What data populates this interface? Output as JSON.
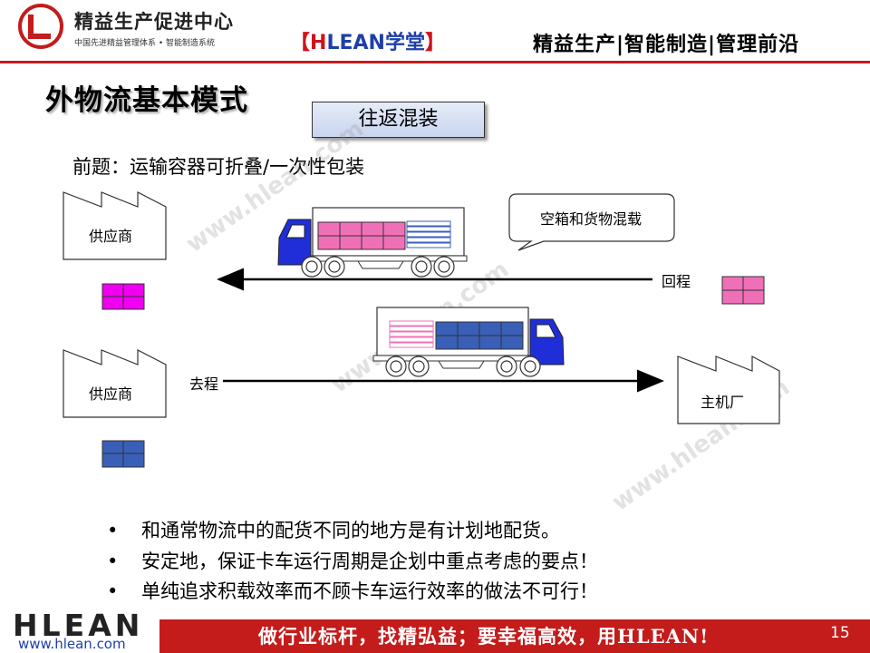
{
  "header": {
    "brand_title": "精益生产促进中心",
    "brand_subtitle": "中国先进精益管理体系 • 智能制造系统",
    "tag_open": "【",
    "tag_h": "H",
    "tag_lean": "LEAN",
    "tag_school": "学堂",
    "tag_close": "】",
    "tagline": "精益生产|智能制造|管理前沿"
  },
  "title": "外物流基本模式",
  "mode_label": "往返混装",
  "premise": "前题：运输容器可折叠/一次性包装",
  "diagram": {
    "supplier_top": "供应商",
    "supplier_bottom": "供应商",
    "main_plant": "主机厂",
    "callout": "空箱和货物混载",
    "return_trip": "回程",
    "outbound_trip": "去程",
    "colors": {
      "truck_blue": "#1f2ed6",
      "magenta_box": "#f000f0",
      "pink_box": "#f070b8",
      "navy_box": "#3a5fb8"
    }
  },
  "bullets": [
    {
      "dot": "•",
      "text": "和通常物流中的配货不同的地方是有计划地配货。"
    },
    {
      "dot": "•",
      "text": "安定地，保证卡车运行周期是企划中重点考虑的要点！"
    },
    {
      "dot": "•",
      "text": "单纯追求积载效率而不顾卡车运行效率的做法不可行！"
    }
  ],
  "watermark": "www.hlean.com",
  "footer": {
    "logo": "HLEAN",
    "url": "www.hlean.com",
    "slogan": "做行业标杆，找精弘益；要幸福高效，用HLEAN!",
    "page_number": "15"
  }
}
